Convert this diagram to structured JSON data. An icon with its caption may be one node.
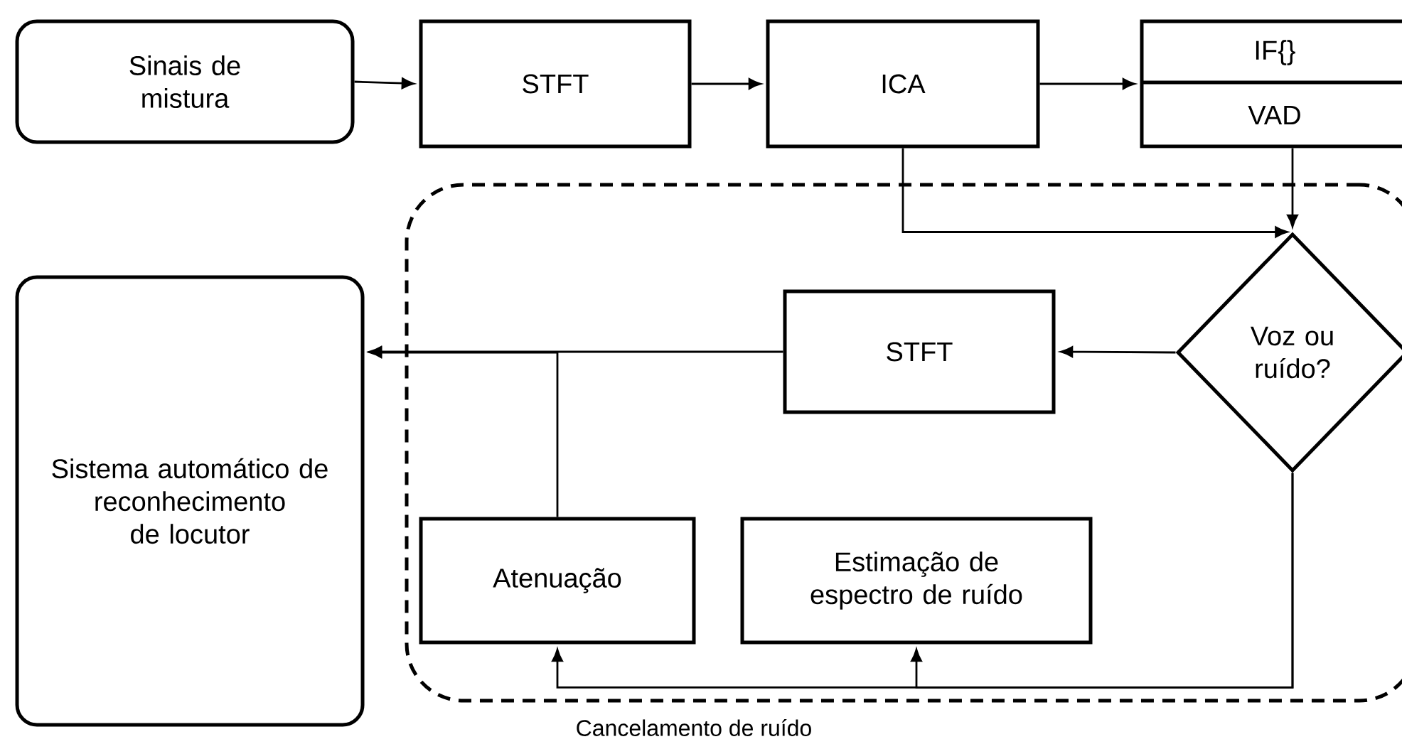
{
  "diagram": {
    "nodes": [
      {
        "text": [
          "Sinais de mistura"
        ]
      },
      {
        "text": [
          "STFT"
        ]
      },
      {
        "text": [
          "ICA"
        ]
      },
      {
        "text": [
          "IF{}",
          "VAD"
        ]
      },
      {
        "text": [
          "Cancelamento de ruído"
        ]
      },
      {
        "text": [
          "Voz ou ruído?"
        ],
        "in": 4
      },
      {
        "text": [
          "STFT"
        ],
        "in": 4
      },
      {
        "text": [
          "Atenuação"
        ],
        "in": 4
      },
      {
        "text": [
          "Estimação de espectro de ruído"
        ],
        "in": 4
      },
      {
        "text": [
          "Sistema automático de reconhecimento de locutor"
        ]
      }
    ],
    "edges": [
      {
        "from": 0,
        "to": 1,
        "arrow": "to"
      },
      {
        "from": 1,
        "to": 2,
        "arrow": "to"
      },
      {
        "from": 2,
        "to": 3,
        "arrow": "to"
      },
      {
        "from": 3,
        "to": 5,
        "arrow": "to"
      },
      {
        "from": 2,
        "to": 5,
        "arrow": "to"
      },
      {
        "from": 5,
        "to": 6,
        "arrow": "to"
      },
      {
        "from": 6,
        "to": 9,
        "arrow": "to"
      },
      {
        "from": 7,
        "to": 9,
        "arrow": "to"
      },
      {
        "from": 5,
        "to": 7,
        "arrow": "to"
      },
      {
        "from": 5,
        "to": 8,
        "arrow": "to"
      }
    ]
  }
}
